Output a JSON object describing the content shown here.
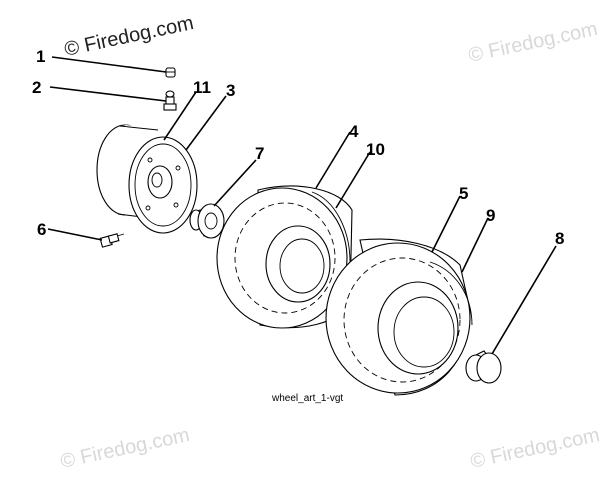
{
  "watermarks": {
    "top_left": "© Firedog.com",
    "top_right": "© Firedog.com",
    "bottom_left": "© Firedog.com",
    "bottom_right": "© Firedog.com"
  },
  "callouts": {
    "c1": "1",
    "c2": "2",
    "c11": "11",
    "c3": "3",
    "c7": "7",
    "c4": "4",
    "c10": "10",
    "c6": "6",
    "c5": "5",
    "c9": "9",
    "c8": "8"
  },
  "caption": "wheel_art_1-vgt"
}
